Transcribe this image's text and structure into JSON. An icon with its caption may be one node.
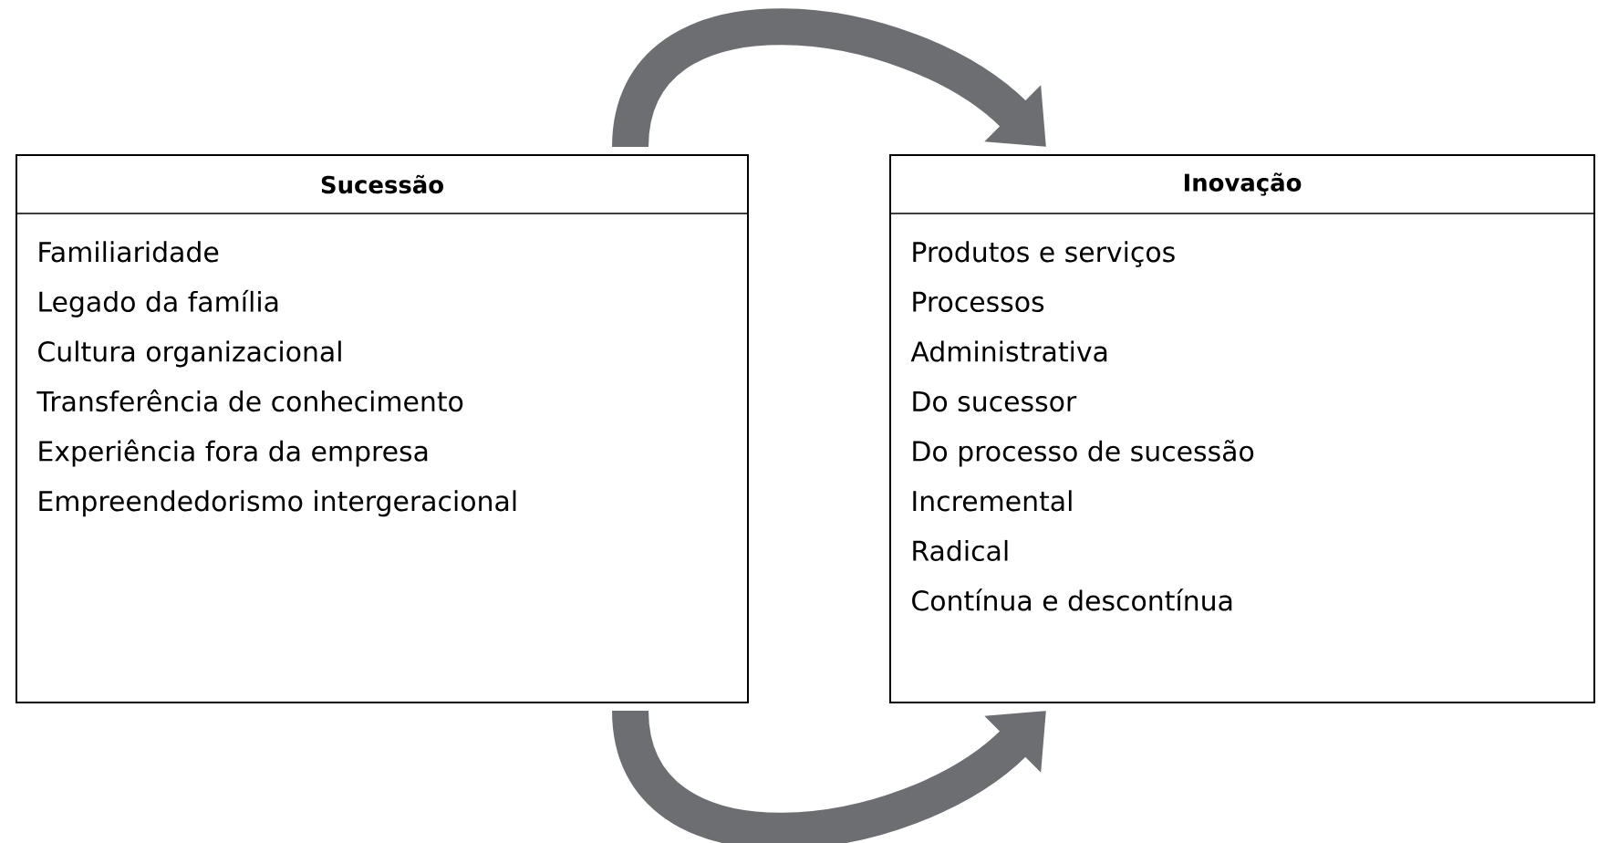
{
  "diagram": {
    "nodes": [
      {
        "text": [
          "Sucessão",
          "Familiaridade",
          "Legado da família",
          "Cultura organizacional",
          "Transferência de conhecimento",
          "Experiência fora da empresa",
          "Empreendedorismo intergeracional"
        ]
      },
      {
        "text": [
          "Inovação",
          "Produtos e serviços",
          "Processos",
          "Administrativa",
          "Do sucessor",
          "Do processo de sucessão",
          "Incremental",
          "Radical",
          "Contínua e descontínua"
        ]
      }
    ],
    "edges": [
      {
        "from": 0,
        "to": 1,
        "arrow": "to"
      },
      {
        "from": 0,
        "to": 1,
        "arrow": "to"
      }
    ]
  }
}
